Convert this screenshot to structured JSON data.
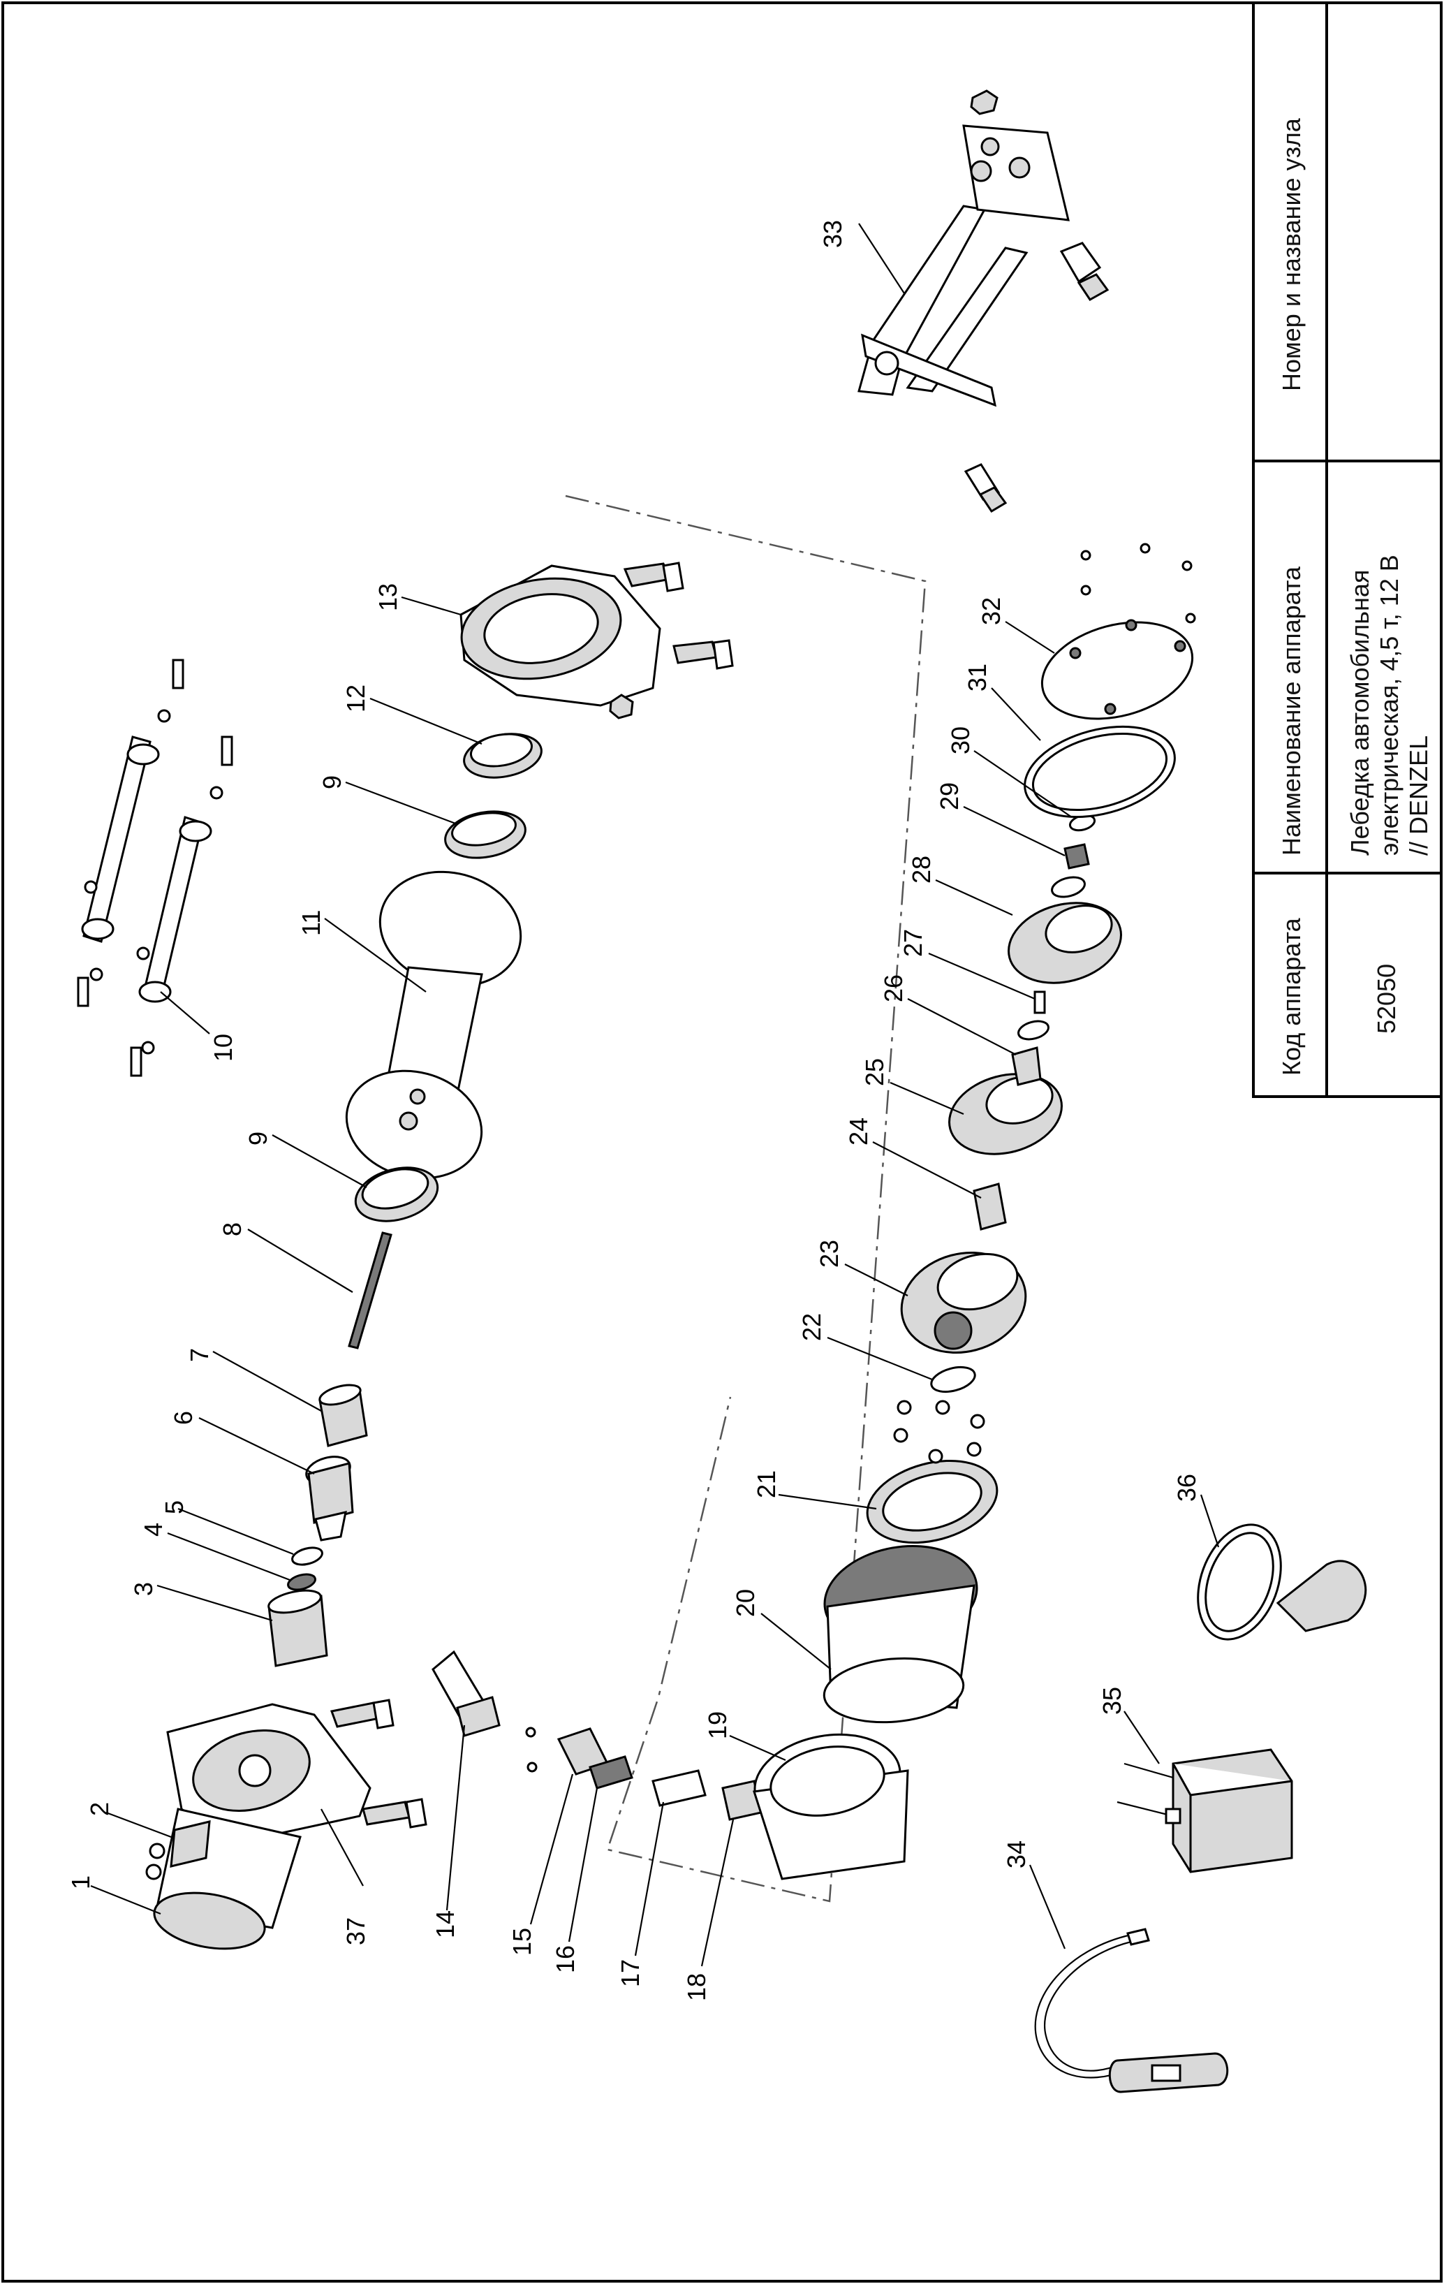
{
  "title_block": {
    "headers": {
      "code": "Код аппарата",
      "name": "Наименование аппарата",
      "node": "Номер и название узла"
    },
    "values": {
      "code": "52050",
      "name_lines": [
        "Лебедка автомобильная",
        "электрическая, 4,5 т, 12 В",
        "// DENZEL"
      ],
      "node": ""
    }
  },
  "parts": [
    {
      "n": "1"
    },
    {
      "n": "2"
    },
    {
      "n": "3"
    },
    {
      "n": "4"
    },
    {
      "n": "5"
    },
    {
      "n": "6"
    },
    {
      "n": "7"
    },
    {
      "n": "8"
    },
    {
      "n": "9"
    },
    {
      "n": "9"
    },
    {
      "n": "10"
    },
    {
      "n": "11"
    },
    {
      "n": "12"
    },
    {
      "n": "13"
    },
    {
      "n": "14"
    },
    {
      "n": "15"
    },
    {
      "n": "16"
    },
    {
      "n": "17"
    },
    {
      "n": "18"
    },
    {
      "n": "19"
    },
    {
      "n": "20"
    },
    {
      "n": "21"
    },
    {
      "n": "22"
    },
    {
      "n": "23"
    },
    {
      "n": "24"
    },
    {
      "n": "25"
    },
    {
      "n": "26"
    },
    {
      "n": "27"
    },
    {
      "n": "28"
    },
    {
      "n": "29"
    },
    {
      "n": "30"
    },
    {
      "n": "31"
    },
    {
      "n": "32"
    },
    {
      "n": "33"
    },
    {
      "n": "34"
    },
    {
      "n": "35"
    },
    {
      "n": "36"
    },
    {
      "n": "37"
    }
  ]
}
